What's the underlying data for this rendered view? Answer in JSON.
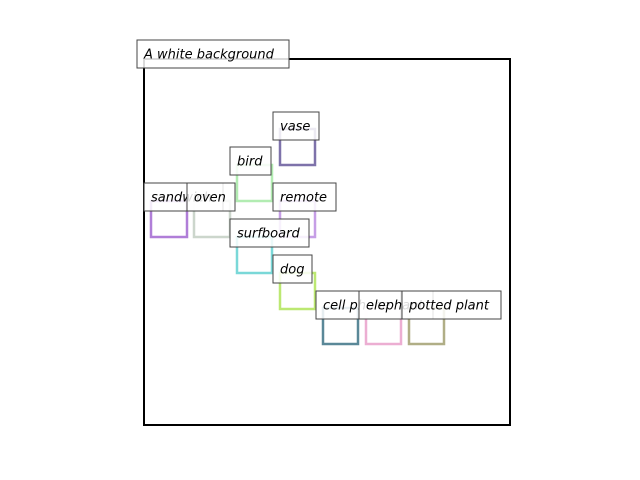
{
  "caption": "A white background",
  "objects": [
    {
      "name": "vase",
      "color": "#7e72aa"
    },
    {
      "name": "bird",
      "color": "#b2ecb2"
    },
    {
      "name": "sandwich",
      "color": "#b07ed8"
    },
    {
      "name": "oven",
      "color": "#ccd6cc"
    },
    {
      "name": "remote",
      "color": "#c69ee6"
    },
    {
      "name": "surfboard",
      "color": "#7ad8d8"
    },
    {
      "name": "dog",
      "color": "#bce872"
    },
    {
      "name": "cell phone",
      "color": "#5a8898"
    },
    {
      "name": "elephant",
      "color": "#ecaed2"
    },
    {
      "name": "potted plant",
      "color": "#b0ae86"
    }
  ]
}
